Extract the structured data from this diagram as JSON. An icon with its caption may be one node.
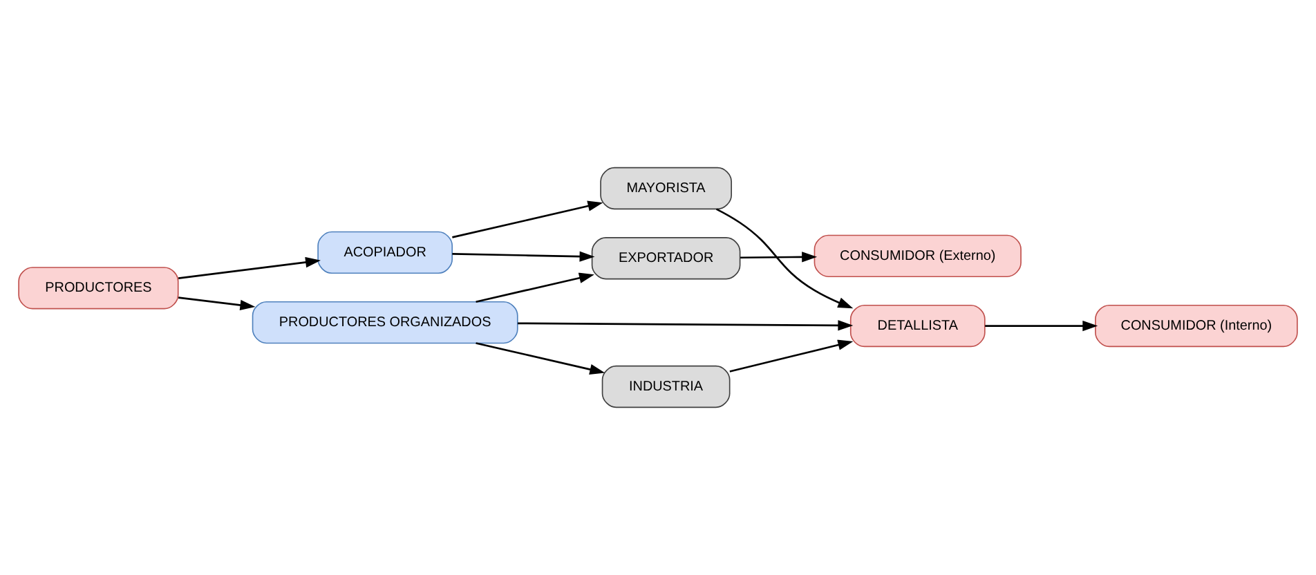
{
  "diagram": {
    "nodes": [
      {
        "text": [
          "PRODUCTORES"
        ]
      },
      {
        "text": [
          "PRODUCTORES ORGANIZADOS"
        ]
      },
      {
        "text": [
          "ACOPIADOR"
        ]
      },
      {
        "text": [
          "MAYORISTA"
        ]
      },
      {
        "text": [
          "INDUSTRIA"
        ]
      },
      {
        "text": [
          "EXPORTADOR"
        ]
      },
      {
        "text": [
          "DETALLISTA"
        ]
      },
      {
        "text": [
          "CONSUMIDOR (Interno)"
        ]
      },
      {
        "text": [
          "CONSUMIDOR (Externo)"
        ]
      }
    ],
    "edges": [
      {
        "from": 0,
        "to": 1,
        "arrow": "to"
      },
      {
        "from": 0,
        "to": 2,
        "arrow": "to"
      },
      {
        "from": 1,
        "to": 6,
        "arrow": "to"
      },
      {
        "from": 1,
        "to": 4,
        "arrow": "to"
      },
      {
        "from": 1,
        "to": 5,
        "arrow": "to"
      },
      {
        "from": 2,
        "to": 3,
        "arrow": "to"
      },
      {
        "from": 2,
        "to": 5,
        "arrow": "to"
      },
      {
        "from": 3,
        "to": 6,
        "arrow": "to"
      },
      {
        "from": 4,
        "to": 6,
        "arrow": "to"
      },
      {
        "from": 6,
        "to": 7,
        "arrow": "to"
      },
      {
        "from": 5,
        "to": 8,
        "arrow": "to"
      }
    ]
  }
}
